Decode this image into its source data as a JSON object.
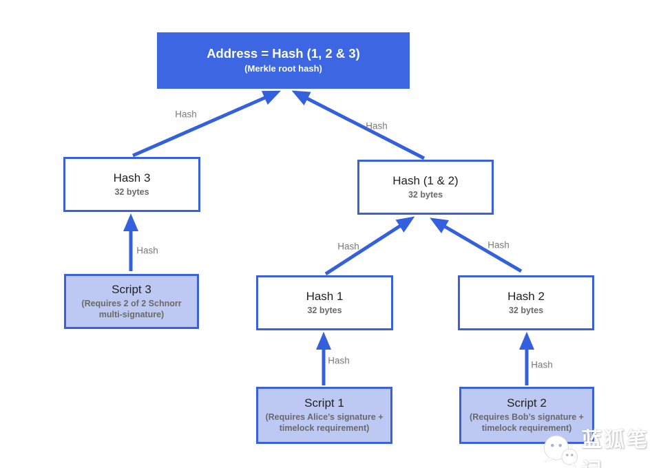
{
  "diagram": {
    "nodes": [
      {
        "id": "address-root",
        "title": "Address = Hash (1, 2 & 3)",
        "subtitle": "(Merkle root hash)"
      },
      {
        "id": "hash-3",
        "title": "Hash 3",
        "subtitle": "32 bytes"
      },
      {
        "id": "hash-1-2",
        "title": "Hash (1 & 2)",
        "subtitle": "32 bytes"
      },
      {
        "id": "script-3",
        "title": "Script 3",
        "subtitle": "(Requires 2 of 2 Schnorr multi-signature)"
      },
      {
        "id": "hash-1",
        "title": "Hash 1",
        "subtitle": "32 bytes"
      },
      {
        "id": "hash-2",
        "title": "Hash 2",
        "subtitle": "32 bytes"
      },
      {
        "id": "script-1",
        "title": "Script 1",
        "subtitle": "(Requires Alice’s signature + timelock requirement)"
      },
      {
        "id": "script-2",
        "title": "Script 2",
        "subtitle": "(Requires Bob’s signature + timelock requirement)"
      }
    ],
    "edges": [
      {
        "from": "hash-3",
        "to": "address-root",
        "label": "Hash"
      },
      {
        "from": "hash-1-2",
        "to": "address-root",
        "label": "Hash"
      },
      {
        "from": "script-3",
        "to": "hash-3",
        "label": "Hash"
      },
      {
        "from": "hash-1",
        "to": "hash-1-2",
        "label": "Hash"
      },
      {
        "from": "hash-2",
        "to": "hash-1-2",
        "label": "Hash"
      },
      {
        "from": "script-1",
        "to": "hash-1",
        "label": "Hash"
      },
      {
        "from": "script-2",
        "to": "hash-2",
        "label": "Hash"
      }
    ],
    "colors": {
      "node_fill_solid": "#3D66E2",
      "node_fill_tinted": "#BDC9F2",
      "node_border": "#3A60DC",
      "arrow": "#3560DD",
      "title_text": "#1F1F1F",
      "subtitle_text": "#696969",
      "label_text": "#7A7A7A",
      "root_text": "#FFFFFF"
    },
    "watermark": {
      "icon": "wechat-icon",
      "text": "蓝狐笔记"
    }
  }
}
